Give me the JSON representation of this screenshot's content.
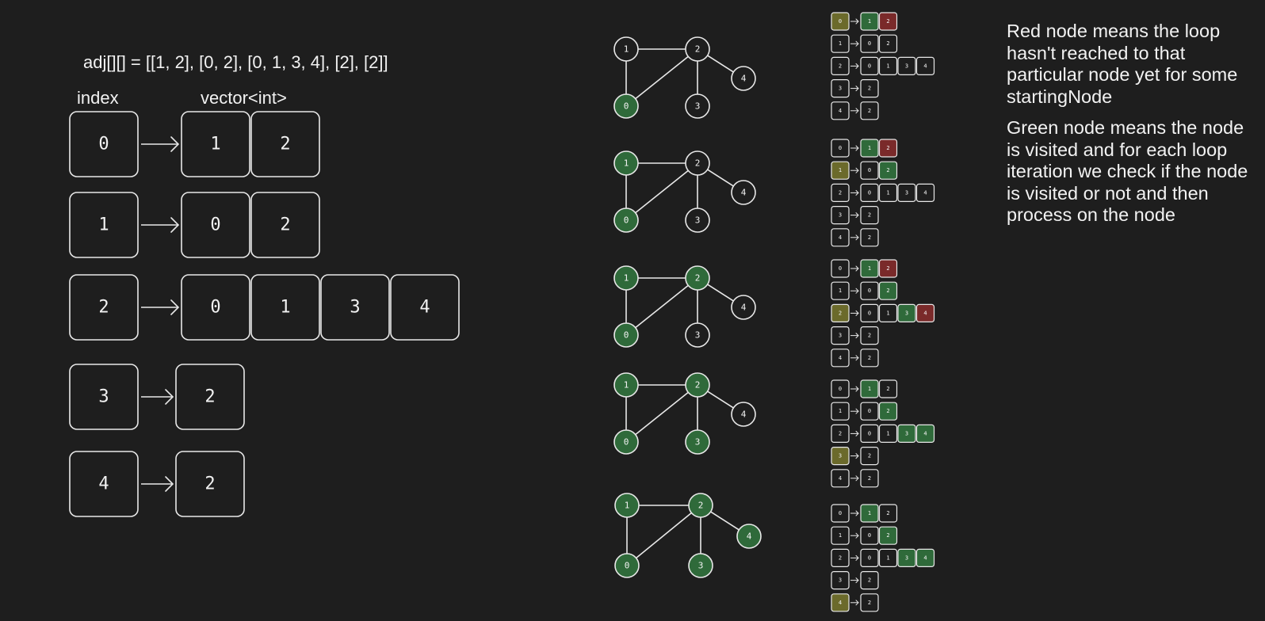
{
  "formula": "adj[][] = [[1, 2], [0, 2], [0, 1, 3, 4], [2], [2]]",
  "headers": {
    "index": "index",
    "vector": "vector<int>"
  },
  "adjacency": [
    {
      "index": "0",
      "neighbors": [
        "1",
        "2"
      ]
    },
    {
      "index": "1",
      "neighbors": [
        "0",
        "2"
      ]
    },
    {
      "index": "2",
      "neighbors": [
        "0",
        "1",
        "3",
        "4"
      ]
    },
    {
      "index": "3",
      "neighbors": [
        "2"
      ]
    },
    {
      "index": "4",
      "neighbors": [
        "2"
      ]
    }
  ],
  "graph": {
    "nodes": [
      "0",
      "1",
      "2",
      "3",
      "4"
    ],
    "edges": [
      [
        "0",
        "1"
      ],
      [
        "1",
        "2"
      ],
      [
        "0",
        "2"
      ],
      [
        "2",
        "3"
      ],
      [
        "2",
        "4"
      ]
    ]
  },
  "states": [
    {
      "node_colors": [
        "green",
        "none",
        "none",
        "none",
        "none"
      ],
      "table": {
        "current": 0,
        "cells": [
          [
            "green",
            "red"
          ],
          [
            "none",
            "none"
          ],
          [
            "none",
            "none",
            "none",
            "none"
          ],
          [
            "none"
          ],
          [
            "none"
          ]
        ]
      }
    },
    {
      "node_colors": [
        "green",
        "green",
        "none",
        "none",
        "none"
      ],
      "table": {
        "current": 1,
        "cells": [
          [
            "green",
            "red"
          ],
          [
            "none",
            "green"
          ],
          [
            "none",
            "none",
            "none",
            "none"
          ],
          [
            "none"
          ],
          [
            "none"
          ]
        ]
      }
    },
    {
      "node_colors": [
        "green",
        "green",
        "green",
        "none",
        "none"
      ],
      "table": {
        "current": 2,
        "cells": [
          [
            "green",
            "red"
          ],
          [
            "none",
            "green"
          ],
          [
            "none",
            "none",
            "green",
            "red"
          ],
          [
            "none"
          ],
          [
            "none"
          ]
        ]
      }
    },
    {
      "node_colors": [
        "green",
        "green",
        "green",
        "green",
        "none"
      ],
      "table": {
        "current": 3,
        "cells": [
          [
            "green",
            "none"
          ],
          [
            "none",
            "green"
          ],
          [
            "none",
            "none",
            "green",
            "green"
          ],
          [
            "none"
          ],
          [
            "none"
          ]
        ]
      }
    },
    {
      "node_colors": [
        "green",
        "green",
        "green",
        "green",
        "green"
      ],
      "table": {
        "current": 4,
        "cells": [
          [
            "green",
            "none"
          ],
          [
            "none",
            "green"
          ],
          [
            "none",
            "none",
            "green",
            "green"
          ],
          [
            "none"
          ],
          [
            "none"
          ]
        ]
      }
    }
  ],
  "colors": {
    "background": "#1e1e1e",
    "stroke": "#e8e8e8",
    "visited_green": "#2f6a3a",
    "unreached_red": "#7a2a2a",
    "current_olive": "#6b6a2b",
    "text": "#f2f2f2"
  },
  "notes": {
    "red": "Red node means the loop hasn't reached to that particular node yet for some startingNode",
    "green": "Green node means the node is visited and for each loop iteration we check if the node is visited or not and then process on the node"
  }
}
